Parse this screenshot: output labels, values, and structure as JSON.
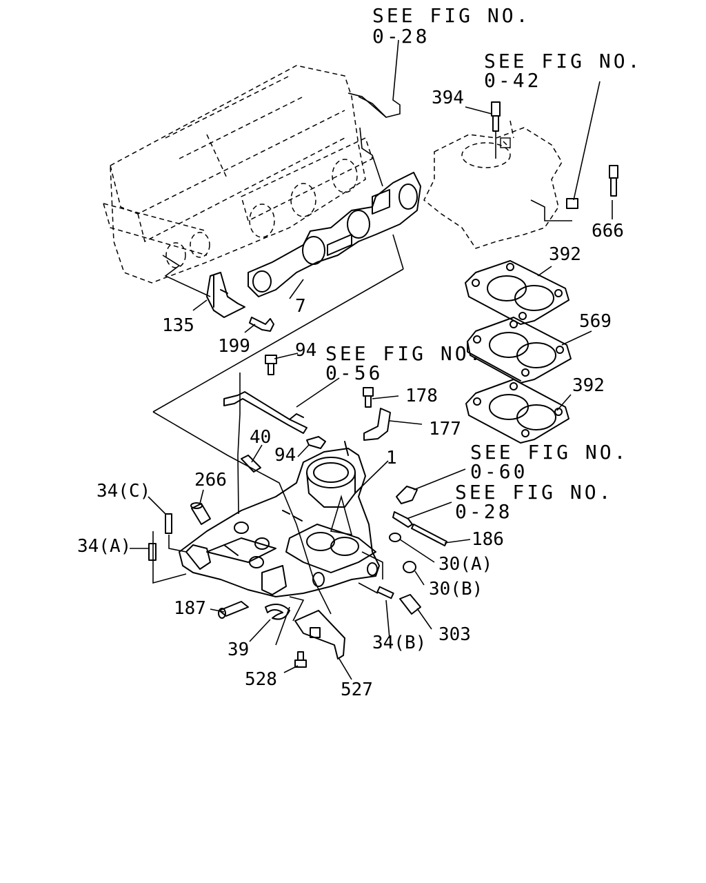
{
  "references": [
    {
      "id": "ref-0-28-top",
      "line1": "SEE FIG NO.",
      "line2": "0-28"
    },
    {
      "id": "ref-0-42",
      "line1": "SEE FIG NO.",
      "line2": "0-42"
    },
    {
      "id": "ref-0-56",
      "line1": "SEE FIG NO.",
      "line2": "0-56"
    },
    {
      "id": "ref-0-60",
      "line1": "SEE FIG NO.",
      "line2": "0-60"
    },
    {
      "id": "ref-0-28-mid",
      "line1": "SEE FIG NO.",
      "line2": "0-28"
    }
  ],
  "parts": [
    {
      "id": "p394",
      "label": "394"
    },
    {
      "id": "p666",
      "label": "666"
    },
    {
      "id": "p392a",
      "label": "392"
    },
    {
      "id": "p569",
      "label": "569"
    },
    {
      "id": "p392b",
      "label": "392"
    },
    {
      "id": "p7",
      "label": "7"
    },
    {
      "id": "p135",
      "label": "135"
    },
    {
      "id": "p199",
      "label": "199"
    },
    {
      "id": "p94a",
      "label": "94"
    },
    {
      "id": "p94b",
      "label": "94"
    },
    {
      "id": "p178",
      "label": "178"
    },
    {
      "id": "p177",
      "label": "177"
    },
    {
      "id": "p40",
      "label": "40"
    },
    {
      "id": "p1",
      "label": "1"
    },
    {
      "id": "p266",
      "label": "266"
    },
    {
      "id": "p34c",
      "label": "34(C)"
    },
    {
      "id": "p34a",
      "label": "34(A)"
    },
    {
      "id": "p186",
      "label": "186"
    },
    {
      "id": "p30a",
      "label": "30(A)"
    },
    {
      "id": "p30b",
      "label": "30(B)"
    },
    {
      "id": "p187",
      "label": "187"
    },
    {
      "id": "p303",
      "label": "303"
    },
    {
      "id": "p39",
      "label": "39"
    },
    {
      "id": "p34b",
      "label": "34(B)"
    },
    {
      "id": "p528",
      "label": "528"
    },
    {
      "id": "p527",
      "label": "527"
    }
  ]
}
